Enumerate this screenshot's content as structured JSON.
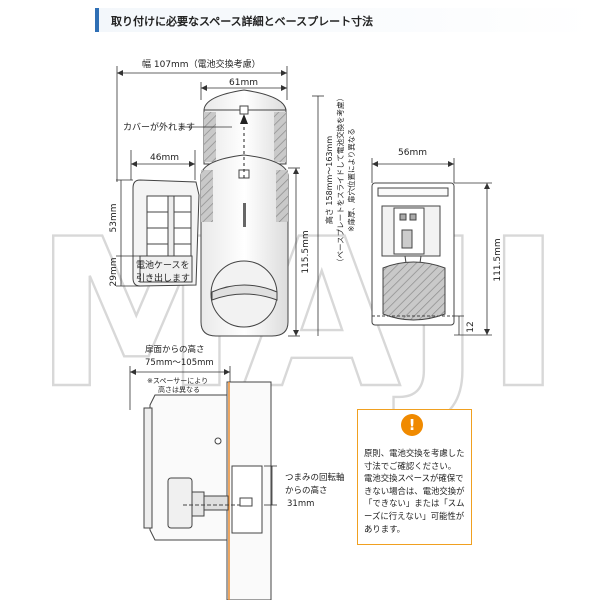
{
  "header": {
    "title": "取り付けに必要なスペース詳細とベースプレート寸法",
    "accent_color": "#2f6fb5"
  },
  "watermark": {
    "text": "MAJI"
  },
  "dimensions": {
    "width_total": "幅 107mm（電池交換考慮）",
    "top_width": "61mm",
    "cover_note": "カバーが外れます",
    "side_width": "46mm",
    "h53": "53mm",
    "h29": "29mm",
    "battery_note_1": "電池ケースを",
    "battery_note_2": "引き出します",
    "h115": "115.5mm",
    "vertical_main": "高さ 158mm～163mm",
    "vertical_sub1": "（ベースプレートをスライドして電池交換を考慮）",
    "vertical_sub2": "※扉厚、扉穴位置により異なる",
    "plate_width": "56mm",
    "plate_height": "111.5mm",
    "plate_bottom": "12",
    "depth_title": "扉面からの高さ",
    "depth_range": "75mm～105mm",
    "spacer_note_1": "※スペーサーにより",
    "spacer_note_2": "高さは異なる",
    "axis_note_1": "つまみの回転軸",
    "axis_note_2": "からの高さ",
    "axis_value": "31mm"
  },
  "notice": {
    "icon": "exclamation-icon",
    "color": "#f08a00",
    "text": "原則、電池交換を考慮した\n寸法でご確認ください。\n電池交換スペースが確保で\nきない場合は、電池交換が\n「できない」または「スム\nーズに行えない」可能性が\nあります。"
  }
}
